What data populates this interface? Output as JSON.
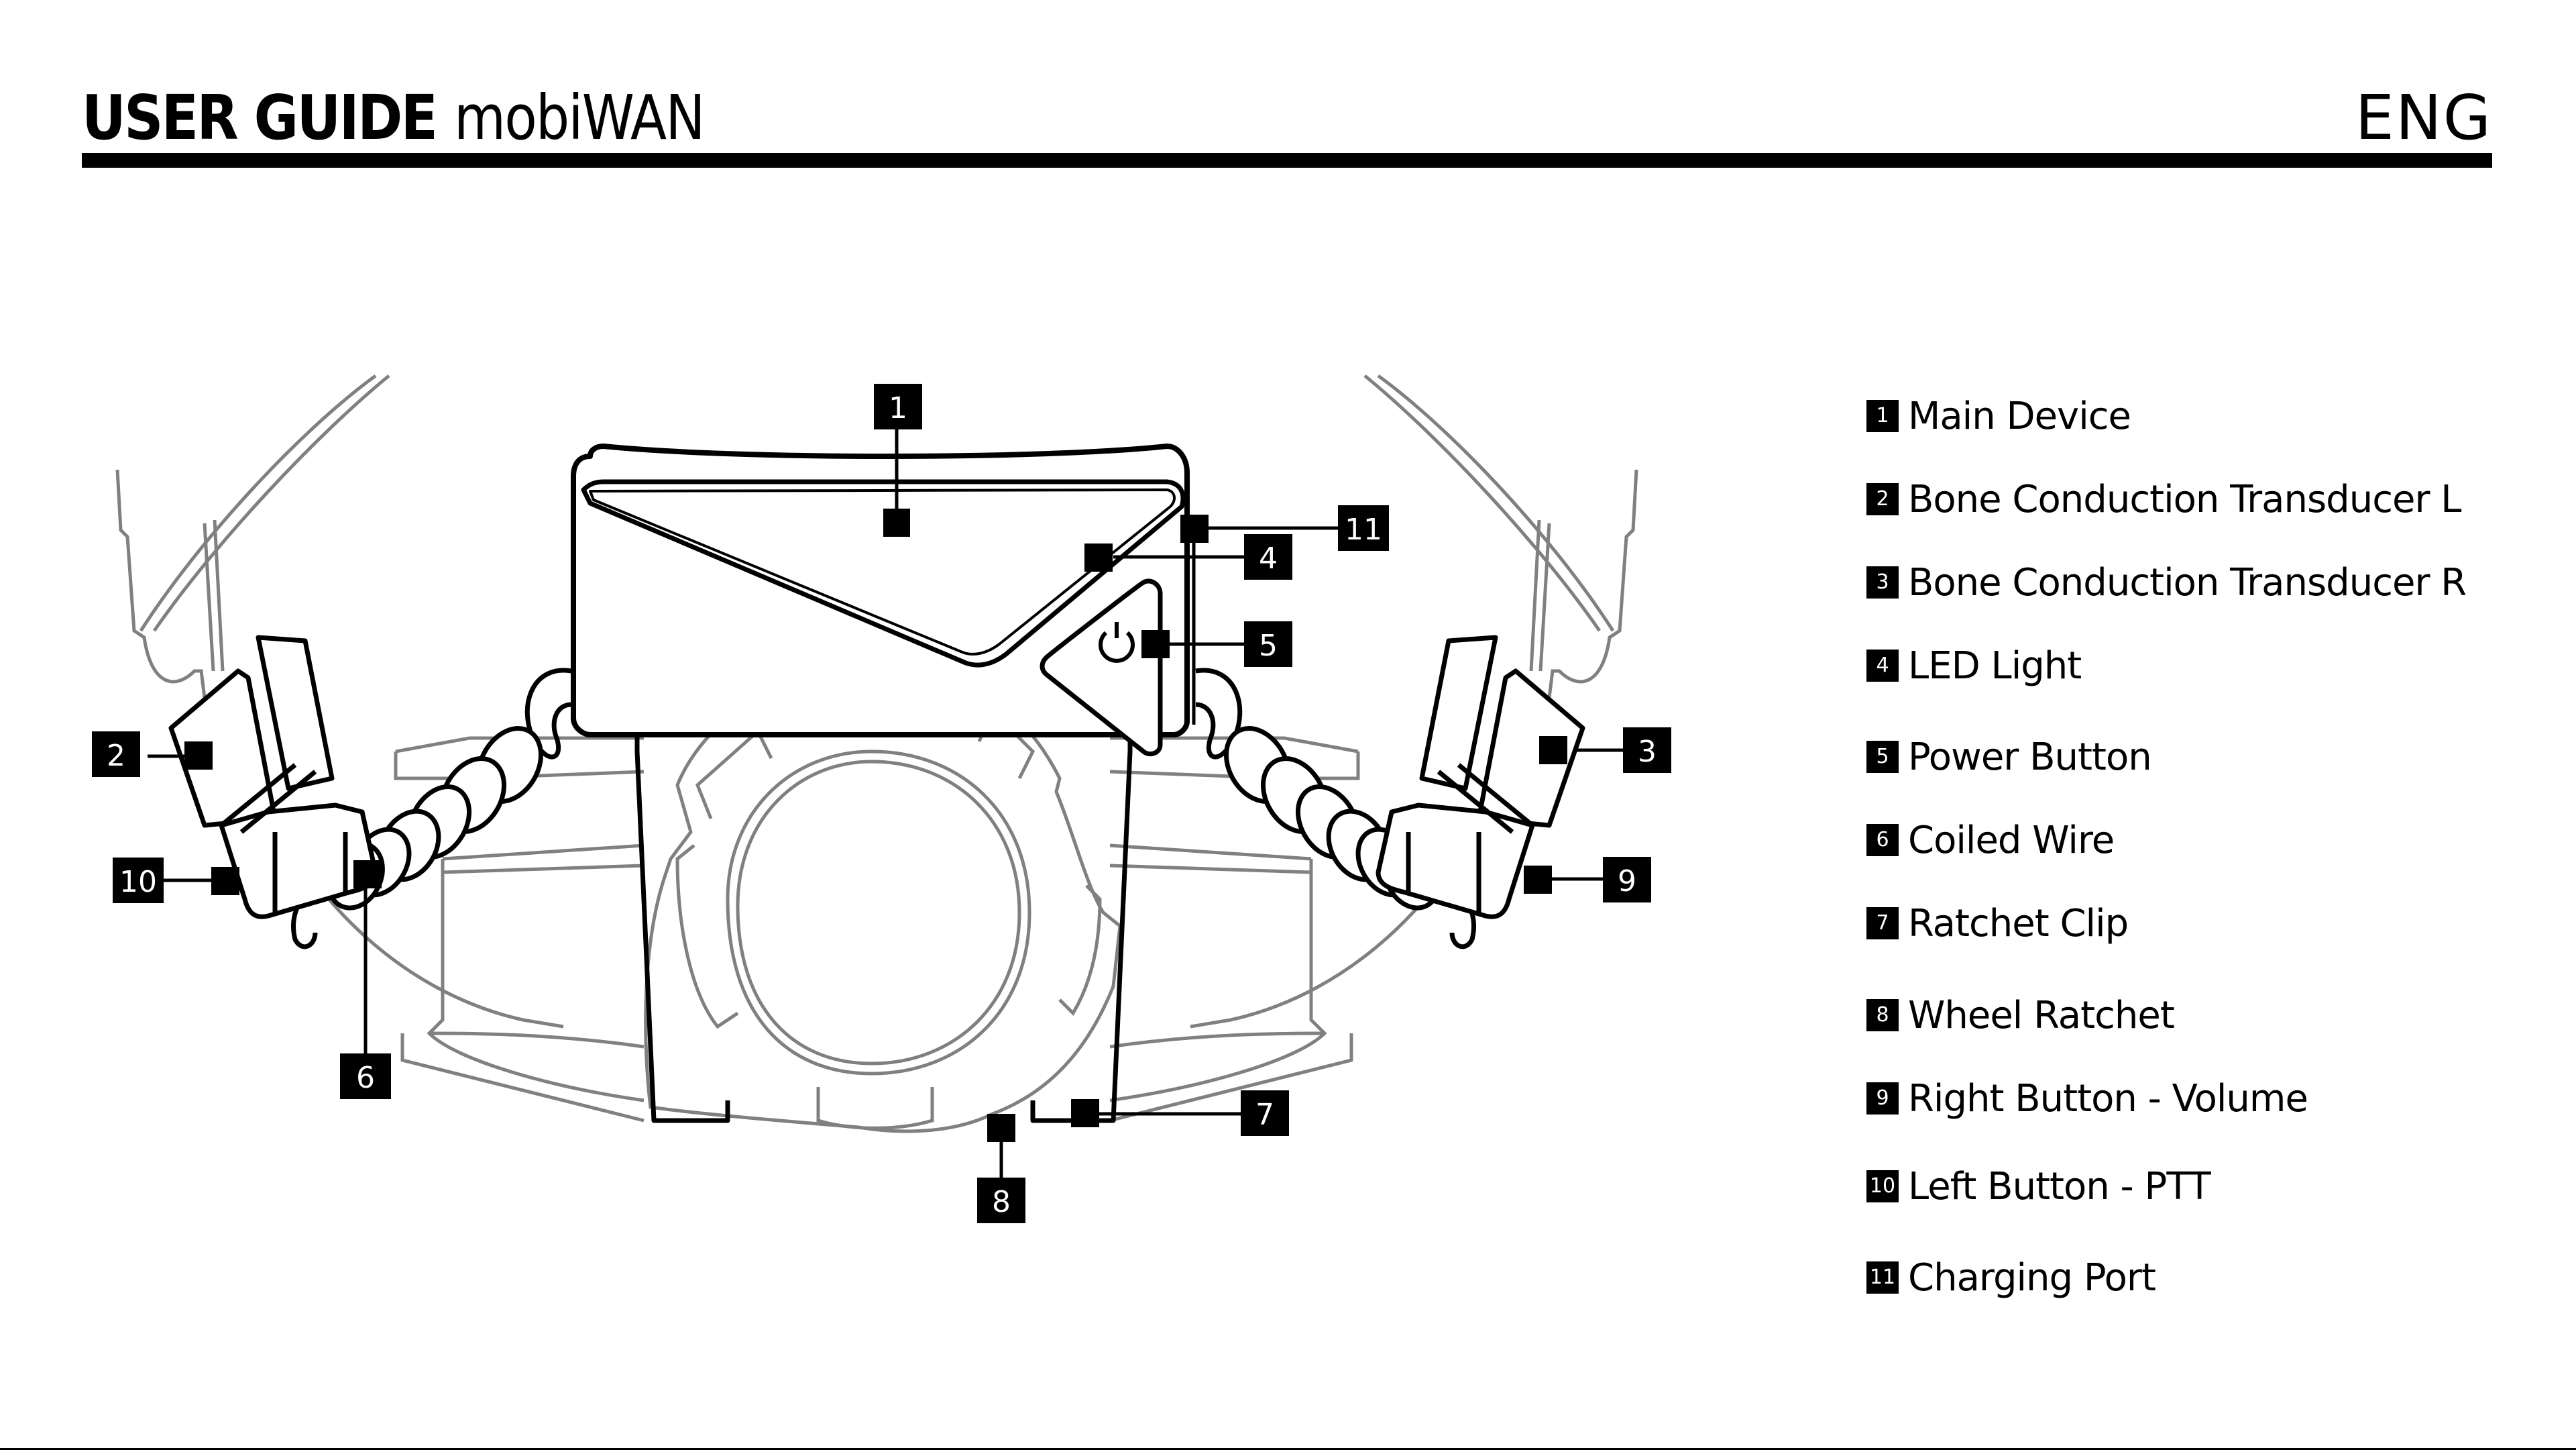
{
  "header": {
    "title": "USER GUIDE",
    "product": "mobiWAN",
    "language": "ENG"
  },
  "diagram": {
    "subject": "mobiWAN headset mounted on helmet harness",
    "callouts": [
      {
        "number": "1"
      },
      {
        "number": "2"
      },
      {
        "number": "3"
      },
      {
        "number": "4"
      },
      {
        "number": "5"
      },
      {
        "number": "6"
      },
      {
        "number": "7"
      },
      {
        "number": "8"
      },
      {
        "number": "9"
      },
      {
        "number": "10"
      },
      {
        "number": "11"
      }
    ],
    "icons": {
      "power": "power-icon"
    },
    "colors": {
      "device_stroke": "#000000",
      "harness_stroke": "#808080",
      "callout_fill": "#000000",
      "callout_text": "#ffffff"
    }
  },
  "legend": {
    "items": [
      {
        "number": "1",
        "label": "Main Device"
      },
      {
        "number": "2",
        "label": "Bone Conduction Transducer L"
      },
      {
        "number": "3",
        "label": "Bone Conduction Transducer R"
      },
      {
        "number": "4",
        "label": "LED Light"
      },
      {
        "number": "5",
        "label": "Power Button"
      },
      {
        "number": "6",
        "label": "Coiled Wire"
      },
      {
        "number": "7",
        "label": "Ratchet Clip"
      },
      {
        "number": "8",
        "label": "Wheel Ratchet"
      },
      {
        "number": "9",
        "label": "Right Button - Volume"
      },
      {
        "number": "10",
        "label": "Left Button - PTT"
      },
      {
        "number": "11",
        "label": "Charging Port"
      }
    ]
  }
}
